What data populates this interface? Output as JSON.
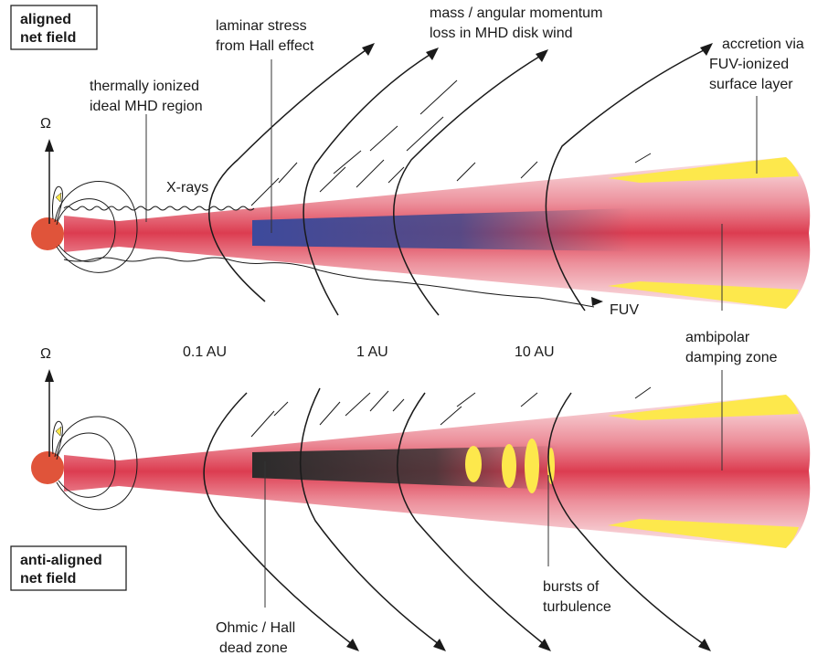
{
  "colors": {
    "disk": "#e0475a",
    "star": "#e0543a",
    "surface_layer": "#fde84c",
    "dead_zone_top_start": "#3d4a9c",
    "dead_zone_bottom": "#2b2b2b",
    "lines": "#1a1a1a"
  },
  "panels": {
    "top": {
      "box_line1": "aligned",
      "box_line2": "net field",
      "omega": "Ω"
    },
    "bottom": {
      "box_line1": "anti-aligned",
      "box_line2": "net field",
      "omega": "Ω"
    }
  },
  "labels": {
    "thermal": [
      "thermally ionized",
      "ideal MHD region"
    ],
    "laminar": [
      "laminar stress",
      "from Hall effect"
    ],
    "wind": [
      "mass / angular momentum",
      "loss in MHD disk wind"
    ],
    "accretion": [
      "accretion via",
      "FUV-ionized",
      "surface layer"
    ],
    "xrays": "X-rays",
    "fuv": "FUV",
    "ambipolar": [
      "ambipolar",
      "damping zone"
    ],
    "ohmic": [
      "Ohmic / Hall",
      "dead zone"
    ],
    "bursts": [
      "bursts of",
      "turbulence"
    ]
  },
  "distance_labels": [
    "0.1 AU",
    "1 AU",
    "10 AU"
  ]
}
